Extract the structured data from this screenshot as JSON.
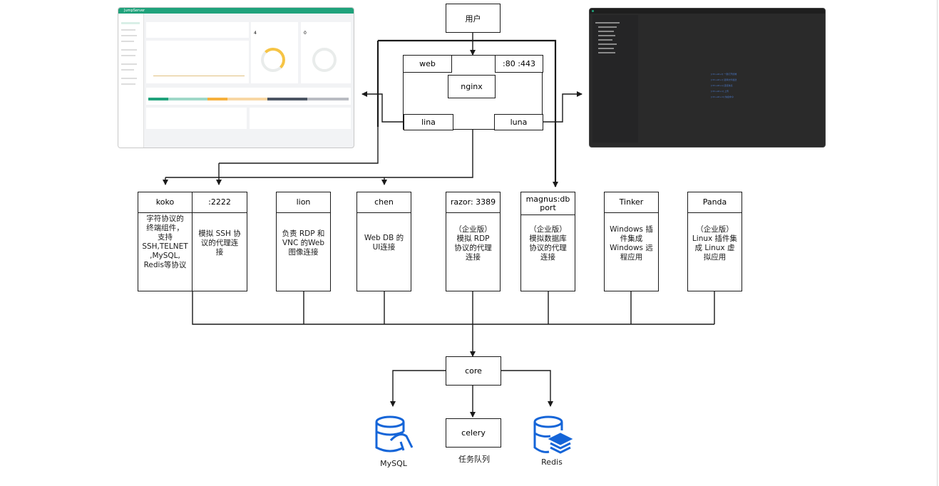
{
  "nodes": {
    "user": "用户",
    "web": "web",
    "ports_web": ":80 :443",
    "nginx": "nginx",
    "lina": "lina",
    "luna": "luna",
    "core": "core",
    "celery": "celery",
    "celery_caption": "任务队列",
    "mysql": "MySQL",
    "redis": "Redis"
  },
  "components": {
    "koko": {
      "title": "koko",
      "desc": [
        "字符协议的",
        "终端组件，",
        "支持",
        "SSH,TELNET",
        ",MySQL,",
        "Redis等协议"
      ]
    },
    "ssh_port": {
      "title": ":2222",
      "desc": [
        "模拟 SSH 协",
        "议的代理连",
        "接"
      ]
    },
    "lion": {
      "title": "lion",
      "desc": [
        "负责 RDP 和",
        "VNC 的Web",
        "图像连接"
      ]
    },
    "chen": {
      "title": "chen",
      "desc": [
        "Web DB 的",
        "UI连接"
      ]
    },
    "razor": {
      "title": "razor: 3389",
      "desc": [
        "（企业版）",
        "模拟 RDP",
        "协议的代理",
        "连接"
      ]
    },
    "magnus": {
      "title": [
        "magnus:db",
        "port"
      ],
      "desc": [
        "（企业版）",
        "模拟数据库",
        "协议的代理",
        "连接"
      ]
    },
    "tinker": {
      "title": "Tinker",
      "desc": [
        "Windows 插",
        "件集成",
        "Windows 远",
        "程应用"
      ]
    },
    "panda": {
      "title": "Panda",
      "desc": [
        "（企业版）",
        "Linux 插件集",
        "成 Linux 虚",
        "拟应用"
      ]
    }
  },
  "screenshot_light": {
    "logo": "JumpServer",
    "cards": [
      "4",
      "0"
    ]
  },
  "screenshot_dark": {
    "lines": [
      "[ctrl+alt+t] 一键打开终端",
      "[ctrl+alt+r] 选择文件发送",
      "[ctrl+alt+s] 连接信息",
      "[ctrl+alt+n] 上传",
      "[ctrl+alt+m] 快捷命令"
    ]
  },
  "colors": {
    "line": "#1a1a1a",
    "db_icon": "#1565d8",
    "brand_green": "#1fa27b",
    "dark_text": "#4a78c9"
  }
}
